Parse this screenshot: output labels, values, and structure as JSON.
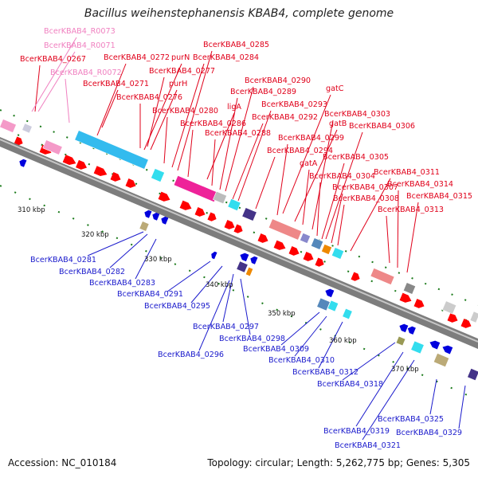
{
  "title": "Bacillus weihenstephanensis KBAB4, complete genome",
  "footer": {
    "accession": "Accession: NC_010184",
    "summary": "Topology: circular; Length: 5,262,775 bp; Genes: 5,305"
  },
  "colors": {
    "forward_label": "#e0001a",
    "reverse_label": "#1a1acc",
    "rna_label": "#f080c0",
    "cds_arrow": "#ff0000",
    "reverse_arrow": "#0000dd",
    "backbone": "#888888",
    "tick_mark": "#1a7a1a"
  },
  "scale_ticks": [
    "310 kbp",
    "320 kbp",
    "330 kbp",
    "340 kbp",
    "350 kbp",
    "360 kbp",
    "370 kbp"
  ],
  "forward_labels": [
    "BcerKBAB4_0267",
    "BcerKBAB4_0272",
    "BcerKBAB4_0271",
    "BcerKBAB4_0276",
    "purN",
    "purH",
    "BcerKBAB4_0277",
    "BcerKBAB4_0280",
    "BcerKBAB4_0284",
    "BcerKBAB4_0285",
    "BcerKBAB4_0286",
    "ligA",
    "BcerKBAB4_0288",
    "BcerKBAB4_0289",
    "BcerKBAB4_0290",
    "BcerKBAB4_0292",
    "BcerKBAB4_0293",
    "BcerKBAB4_0294",
    "gatC",
    "BcerKBAB4_0299",
    "gatB",
    "gatA",
    "BcerKBAB4_0303",
    "BcerKBAB4_0304",
    "BcerKBAB4_0305",
    "BcerKBAB4_0306",
    "BcerKBAB4_0307",
    "BcerKBAB4_0308",
    "BcerKBAB4_0311",
    "BcerKBAB4_0313",
    "BcerKBAB4_0314",
    "BcerKBAB4_0315"
  ],
  "rna_labels": [
    "BcerKBAB4_R0073",
    "BcerKBAB4_R0071",
    "BcerKBAB4_R0072"
  ],
  "reverse_labels": [
    "BcerKBAB4_0281",
    "BcerKBAB4_0282",
    "BcerKBAB4_0283",
    "BcerKBAB4_0291",
    "BcerKBAB4_0295",
    "BcerKBAB4_0297",
    "BcerKBAB4_0296",
    "BcerKBAB4_0298",
    "BcerKBAB4_0309",
    "BcerKBAB4_0310",
    "BcerKBAB4_0312",
    "BcerKBAB4_0318",
    "BcerKBAB4_0319",
    "BcerKBAB4_0321",
    "BcerKBAB4_0325",
    "BcerKBAB4_0329"
  ]
}
